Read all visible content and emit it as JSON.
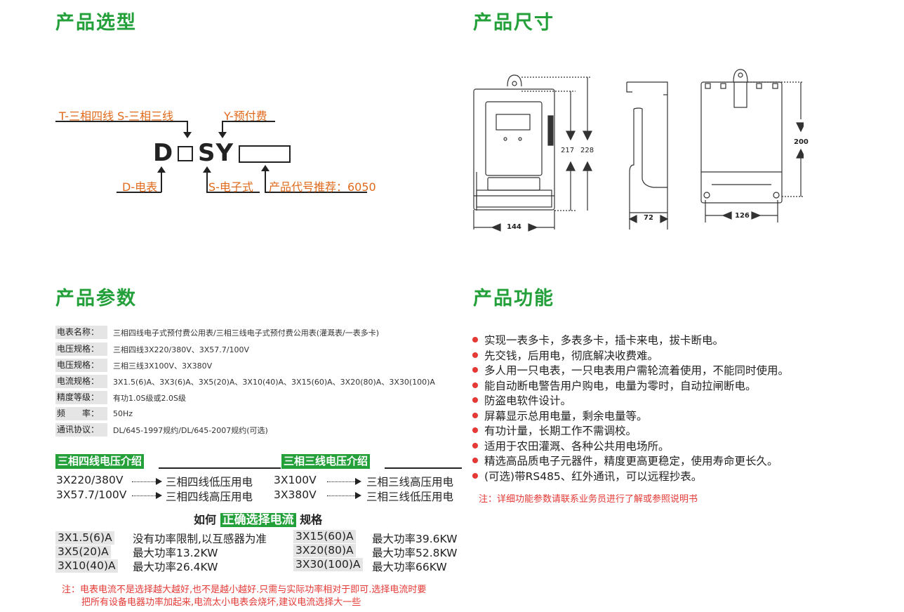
{
  "sections": {
    "selection": "产品选型",
    "dimensions": "产品尺寸",
    "params": "产品参数",
    "functions": "产品功能"
  },
  "selection": {
    "label_top_left": "T-三相四线  S-三相三线",
    "label_top_right": "Y-预付费",
    "code_d": "D",
    "code_sy": "SY",
    "label_bottom_d": "D-电表",
    "label_bottom_s": "S-电子式",
    "label_bottom_code": "产品代号推荐：6050"
  },
  "dimensions": {
    "h217": "217",
    "h228": "228",
    "w144": "144",
    "d72": "72",
    "h200": "200",
    "w126": "126"
  },
  "params": [
    {
      "label": "电表名称：",
      "value": "三相四线电子式预付费公用表/三相三线电子式预付费公用表(灌溉表/一表多卡)"
    },
    {
      "label": "电压规格：",
      "value": "三相四线3X220/380V、3X57.7/100V"
    },
    {
      "label": "电压规格：",
      "value": "三相三线3X100V、3X380V"
    },
    {
      "label": "电流规格：",
      "value": "3X1.5(6)A、3X3(6)A、3X5(20)A、3X10(40)A、3X15(60)A、3X20(80)A、3X30(100)A"
    },
    {
      "label": "精度等级：",
      "value": "有功1.0S级或2.0S级"
    },
    {
      "label": "频　　率：",
      "value": "50Hz"
    },
    {
      "label": "通讯协议：",
      "value": "DL/645-1997规约/DL/645-2007规约(可选)"
    }
  ],
  "voltage": {
    "four_wire_title": "三相四线电压介绍",
    "three_wire_title": "三相三线电压介绍",
    "rows": [
      {
        "v1": "3X220/380V",
        "d1": "三相四线低压用电",
        "v2": "3X100V",
        "d2": "三相三线高压用电"
      },
      {
        "v1": "3X57.7/100V",
        "d1": "三相四线高压用电",
        "v2": "3X380V",
        "d2": "三相三线低压用电"
      }
    ]
  },
  "current": {
    "how_prefix": "如何",
    "how_highlight": "正确选择电流",
    "how_suffix": "规格",
    "left": [
      {
        "label": "3X1.5(6)A",
        "desc": "没有功率限制,以互感器为准"
      },
      {
        "label": "3X5(20)A",
        "desc": "最大功率13.2KW"
      },
      {
        "label": "3X10(40)A",
        "desc": "最大功率26.4KW"
      }
    ],
    "right": [
      {
        "label": "3X15(60)A",
        "desc": "最大功率39.6KW"
      },
      {
        "label": "3X20(80)A",
        "desc": "最大功率52.8KW"
      },
      {
        "label": "3X30(100)A",
        "desc": "最大功率66KW"
      }
    ],
    "note_line1": "注：电表电流不是选择越大越好,也不是越小越好.只需与实际功率相对于即可.选择电流时要",
    "note_line2": "把所有设备电器功率加起来,电流太小电表会烧坏,建议电流选择大一些"
  },
  "features": [
    "实现一表多卡，多表多卡，插卡来电，拔卡断电。",
    "先交钱，后用电，彻底解决收费难。",
    "多人用一只电表，一只电表用户需轮流着使用，不能同时使用。",
    "能自动断电警告用户购电，电量为零时，自动拉闸断电。",
    "防盗电软件设计。",
    "屏幕显示总用电量，剩余电量等。",
    "有功计量，长期工作不需调校。",
    "适用于农田灌溉、各种公共用电场所。",
    "精选高品质电子元器件，精度更高更稳定，使用寿命更长久。",
    "(可选)带RS485、红外通讯，可以远程抄表。"
  ],
  "features_note": "注：详细功能参数请联系业务员进行了解或参照说明书",
  "colors": {
    "accent_green": "#23a03a",
    "orange": "#e06a1c",
    "red": "#e53935"
  }
}
